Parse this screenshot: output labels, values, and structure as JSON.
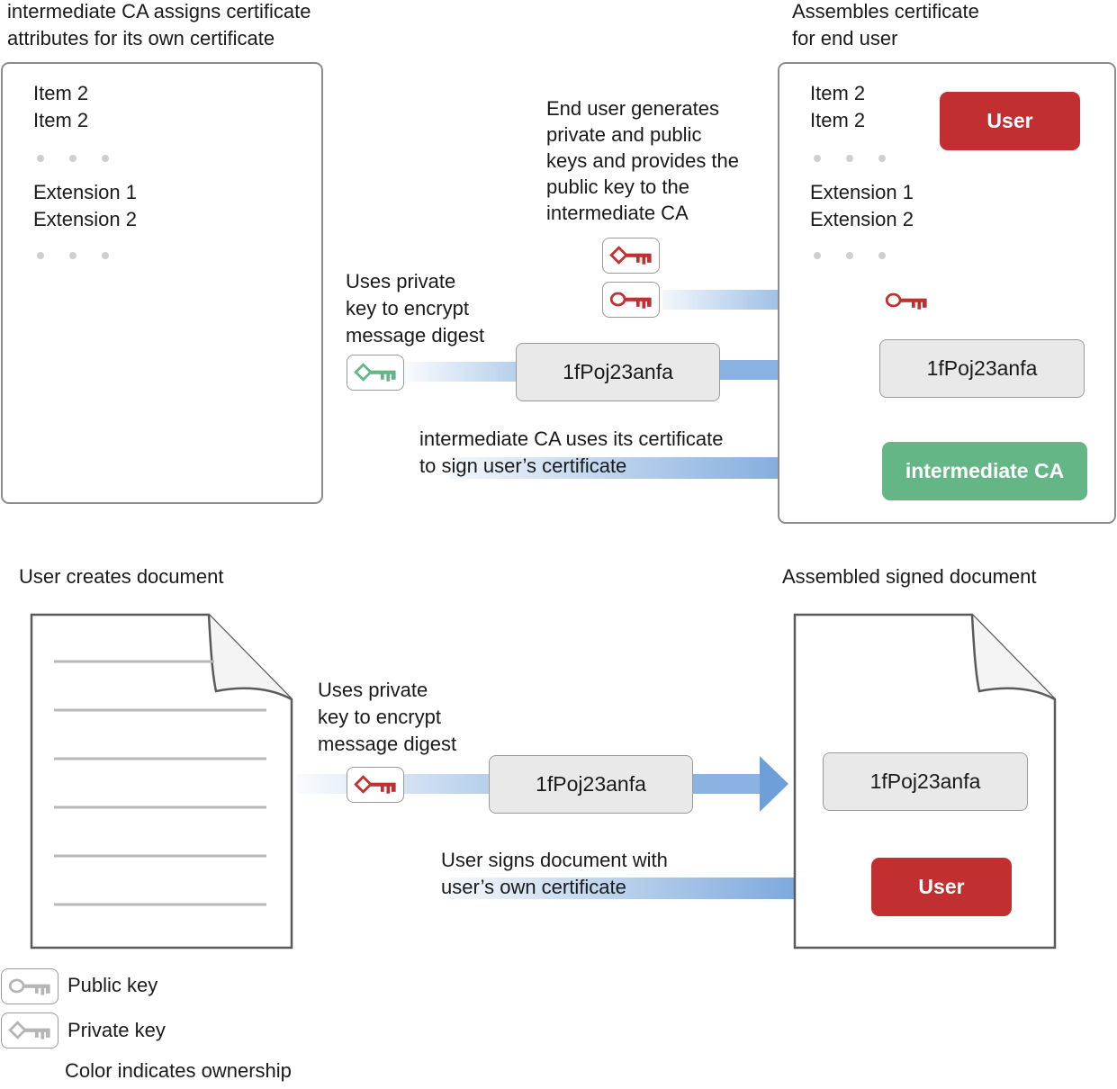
{
  "top": {
    "left_caption": [
      "intermediate CA assigns certificate",
      "attributes for its own certificate"
    ],
    "right_caption": [
      "Assembles certificate",
      "for end user"
    ],
    "left_panel": {
      "items": [
        "Item 2",
        "Item 2"
      ],
      "extensions": [
        "Extension 1",
        "Extension 2"
      ]
    },
    "right_panel": {
      "items": [
        "Item 2",
        "Item 2"
      ],
      "extensions": [
        "Extension 1",
        "Extension 2"
      ],
      "user_badge": "User",
      "hash": "1fPoj23anfa",
      "ca_badge": "intermediate CA"
    },
    "keygen_note": [
      "End user generates",
      "private and public",
      "keys and provides the",
      "public key to the",
      "intermediate CA"
    ],
    "encrypt_note": [
      "Uses private",
      "key to encrypt",
      "message digest"
    ],
    "hash_middle": "1fPoj23anfa",
    "sign_note": [
      "intermediate CA uses its certificate",
      "to sign user’s certificate"
    ]
  },
  "bottom": {
    "left_caption": "User creates document",
    "right_caption": "Assembled signed document",
    "encrypt_note": [
      "Uses private",
      "key to encrypt",
      "message digest"
    ],
    "hash_middle": "1fPoj23anfa",
    "hash_right": "1fPoj23anfa",
    "sign_note": [
      "User signs document with",
      "user’s own certificate"
    ],
    "user_badge": "User"
  },
  "legend": {
    "public_key": "Public key",
    "private_key": "Private key",
    "note": "Color indicates ownership"
  },
  "colors": {
    "user": "#c22f30",
    "intermediate_ca": "#64b686",
    "legend_key": "#b5b5b5",
    "arrow": "#6e9fd8"
  },
  "icons": [
    "public-key-icon",
    "private-key-icon",
    "document-icon",
    "arrow-icon"
  ]
}
